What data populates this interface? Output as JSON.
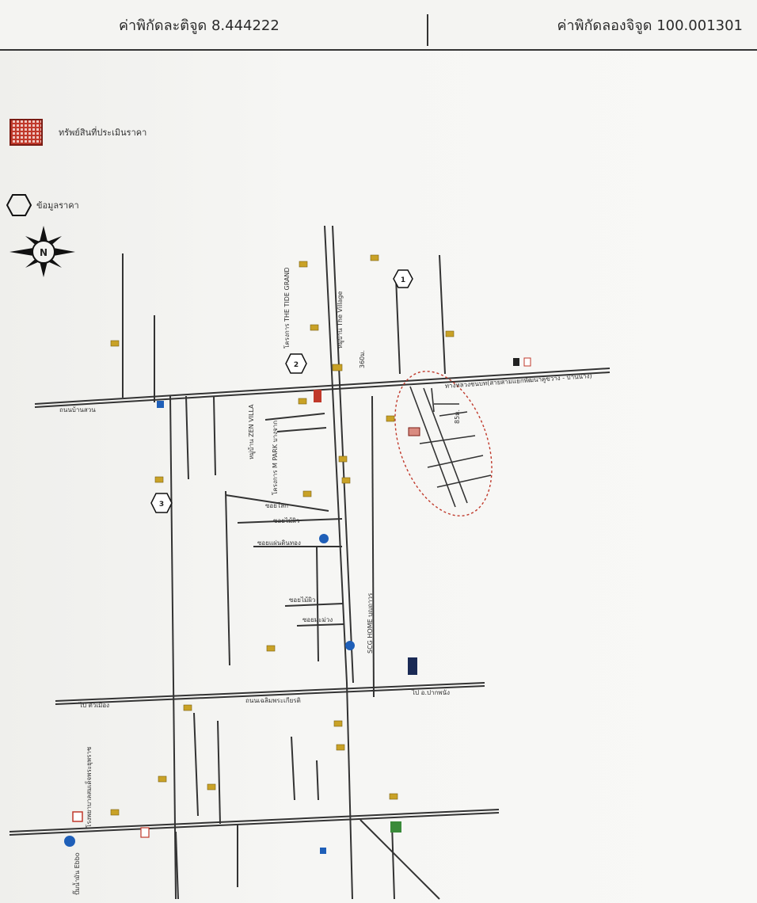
{
  "header": {
    "latitude": "ค่าพิกัดละติจูด 8.444222",
    "longitude": "ค่าพิกัดลองจิจูด 100.001301"
  },
  "legend": {
    "property_label": "ทรัพย์สินที่ประเมินราคา",
    "price_label": "ข้อมูลราคา"
  },
  "map": {
    "compass_letter": "N",
    "markers": [
      "1",
      "2",
      "3"
    ],
    "roads": {
      "main_road": "ถนนบ้านสวน",
      "lower_road": "ถนนเฉลิมพระเกียรติ",
      "top_road": "ทางหลวงชนบท(สายสามแยกพัฒนาคูขวาง - บ้านนาง)",
      "soi_1": "ซอยโลก",
      "soi_2": "ซอยไม้ผิว",
      "soi_3": "ซอยแผ่นดินทอง",
      "soi_4": "ซอยไม้ผิว",
      "soi_5": "ซอยมะม่วง",
      "to_pakpanang": "ไป อ.ปากพนัง",
      "to_city": "ไป ตัวเมือง"
    },
    "places": {
      "village": "หมู่บ้าน The Village",
      "tide_grand": "โครงการ THE TIDE GRAND",
      "zen_villa": "หมู่บ้าน ZEN VILLA",
      "m_park": "โครงการ M PARK บางจาก",
      "scg_home": "SCG HOME บุญถาวร",
      "ebbo": "ปั๊มน้ำมัน Ebbo",
      "hospital": "โรงพยาบาลสมเด็จพระยุพราช",
      "dist_360": "360ม.",
      "dist_85": "85ม."
    }
  }
}
